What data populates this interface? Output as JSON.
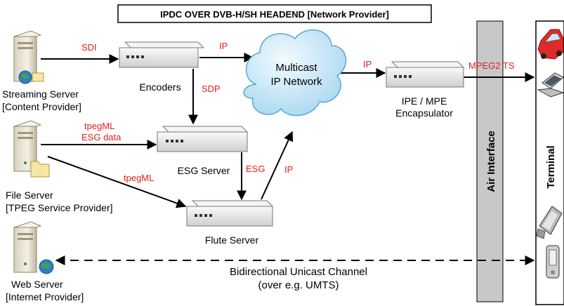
{
  "title": "IPDC OVER DVB-H/SH HEADEND [Network Provider]",
  "servers": {
    "streaming": {
      "name": "Streaming Server",
      "provider": "[Content Provider]"
    },
    "file": {
      "name": "File Server",
      "provider": "[TPEG Service Provider]"
    },
    "web": {
      "name": "Web Server",
      "provider": "[Internet Provider]"
    }
  },
  "devices": {
    "encoders": "Encoders",
    "esg_server": "ESG Server",
    "flute_server": "Flute Server",
    "encapsulator_line1": "IPE  / MPE",
    "encapsulator_line2": "Encapsulator"
  },
  "network": {
    "line1": "Multicast",
    "line2": "IP Network"
  },
  "air_interface": "Air Interface",
  "terminal": "Terminal",
  "links": {
    "sdi": "SDI",
    "ip_encoders": "IP",
    "sdp": "SDP",
    "ip_network": "IP",
    "mpeg2ts": "MPEG2 TS",
    "tpegml_esg": "tpegML",
    "esg_data": "ESG data",
    "tpegml_flute": "tpegML",
    "esg": "ESG",
    "ip_flute": "IP"
  },
  "unicast": {
    "line1": "Bidirectional Unicast Channel",
    "line2": "(over e.g. UMTS)"
  },
  "colors": {
    "link_label": "#e02020",
    "panel": "#c8c8c8",
    "device": "#e8e8e8"
  }
}
